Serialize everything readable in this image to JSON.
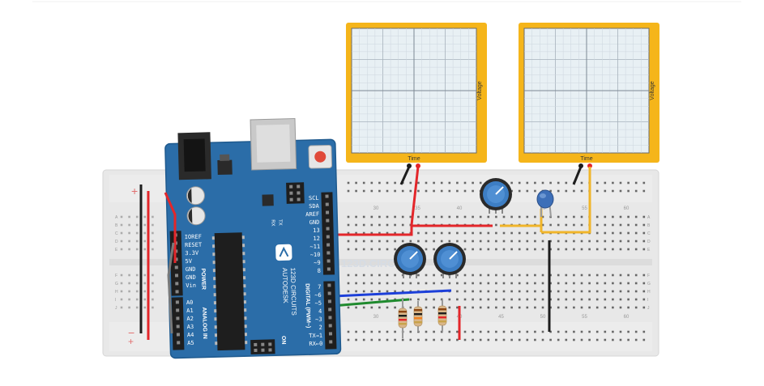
{
  "colors": {
    "board_blue": "#2b6da8",
    "breadboard": "#e9e9e9",
    "scope_frame": "#f5b51a",
    "scope_grid": "#c9d3dc",
    "wire_red": "#e3262a",
    "wire_black": "#1d1d1d",
    "wire_yellow": "#f0b52a",
    "wire_blue": "#1c3fd9",
    "wire_green": "#1f8a2e",
    "pot_blue": "#3d7ec4"
  },
  "oscilloscopes": [
    {
      "time_label": "Time",
      "voltage_label": "Voltage"
    },
    {
      "time_label": "Time",
      "voltage_label": "Voltage"
    }
  ],
  "breadboard": {
    "column_numbers": [
      "30",
      "35",
      "40",
      "45",
      "50",
      "55",
      "60"
    ],
    "row_letters_top": [
      "A",
      "B",
      "C",
      "D",
      "E"
    ],
    "row_letters_bottom": [
      "F",
      "G",
      "H",
      "I",
      "J"
    ],
    "rail_plus": "+",
    "rail_minus": "−",
    "watermark": "123D.CIRC"
  },
  "arduino": {
    "power_pins": [
      "IOREF",
      "RESET",
      "3.3V",
      "5V",
      "GND",
      "GND",
      "Vin"
    ],
    "analog_pins": [
      "A0",
      "A1",
      "A2",
      "A3",
      "A4",
      "A5"
    ],
    "power_label": "POWER",
    "analog_label": "ANALOG IN",
    "digital_top": [
      "SCL",
      "SDA",
      "AREF",
      "GND",
      "13",
      "12",
      "~11",
      "~10",
      "~9",
      "8"
    ],
    "digital_bottom": [
      "7",
      "~6",
      "~5",
      "4",
      "~3",
      "2",
      "TX→1",
      "RX←0"
    ],
    "digital_label": "DIGITAL (PWM~)",
    "brand": "AUTODESK",
    "product": "123D CIRCUITS",
    "tx": "TX",
    "rx": "RX",
    "on": "ON"
  }
}
